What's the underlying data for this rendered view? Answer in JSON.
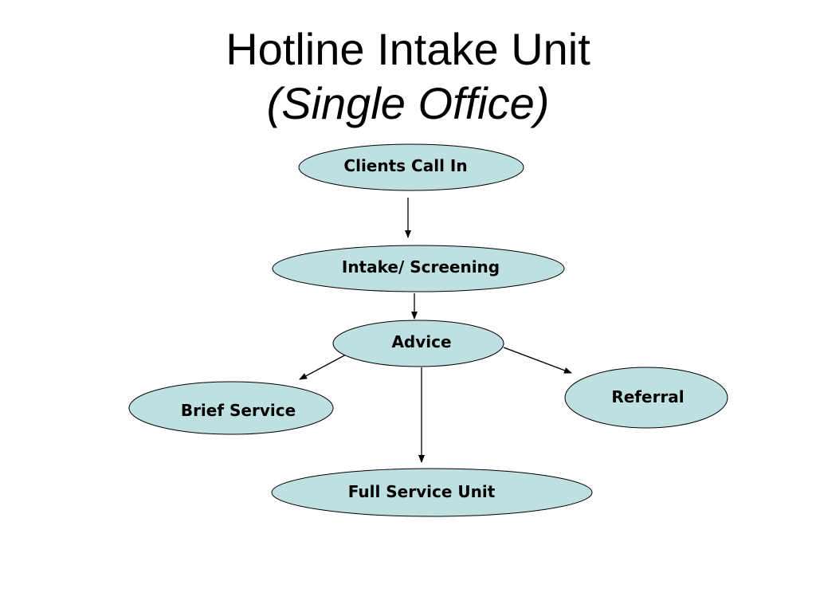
{
  "slide": {
    "title": "Hotline Intake Unit",
    "subtitle": "(Single Office)"
  },
  "colors": {
    "node_fill": "#bfe0e0",
    "node_stroke": "#000000",
    "arrow": "#000000",
    "background": "#ffffff"
  },
  "nodes": {
    "clients_call_in": "Clients Call In",
    "intake_screening": "Intake/ Screening",
    "advice": "Advice",
    "brief_service": "Brief Service",
    "referral": "Referral",
    "full_service_unit": "Full Service Unit"
  },
  "edges": [
    {
      "from": "Clients Call In",
      "to": "Intake/ Screening"
    },
    {
      "from": "Intake/ Screening",
      "to": "Advice"
    },
    {
      "from": "Advice",
      "to": "Brief Service"
    },
    {
      "from": "Advice",
      "to": "Referral"
    },
    {
      "from": "Advice",
      "to": "Full Service Unit"
    }
  ]
}
